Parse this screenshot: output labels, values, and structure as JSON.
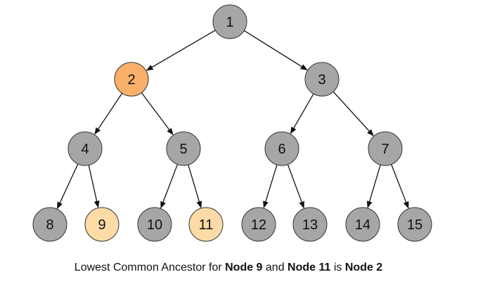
{
  "tree": {
    "nodes": [
      {
        "id": "1",
        "label": "1",
        "role": "default"
      },
      {
        "id": "2",
        "label": "2",
        "role": "lca"
      },
      {
        "id": "3",
        "label": "3",
        "role": "default"
      },
      {
        "id": "4",
        "label": "4",
        "role": "default"
      },
      {
        "id": "5",
        "label": "5",
        "role": "default"
      },
      {
        "id": "6",
        "label": "6",
        "role": "default"
      },
      {
        "id": "7",
        "label": "7",
        "role": "default"
      },
      {
        "id": "8",
        "label": "8",
        "role": "default"
      },
      {
        "id": "9",
        "label": "9",
        "role": "query"
      },
      {
        "id": "10",
        "label": "10",
        "role": "default"
      },
      {
        "id": "11",
        "label": "11",
        "role": "query"
      },
      {
        "id": "12",
        "label": "12",
        "role": "default"
      },
      {
        "id": "13",
        "label": "13",
        "role": "default"
      },
      {
        "id": "14",
        "label": "14",
        "role": "default"
      },
      {
        "id": "15",
        "label": "15",
        "role": "default"
      }
    ],
    "edges": [
      {
        "from": "1",
        "to": "2"
      },
      {
        "from": "1",
        "to": "3"
      },
      {
        "from": "2",
        "to": "4"
      },
      {
        "from": "2",
        "to": "5"
      },
      {
        "from": "3",
        "to": "6"
      },
      {
        "from": "3",
        "to": "7"
      },
      {
        "from": "4",
        "to": "8"
      },
      {
        "from": "4",
        "to": "9"
      },
      {
        "from": "5",
        "to": "10"
      },
      {
        "from": "5",
        "to": "11"
      },
      {
        "from": "6",
        "to": "12"
      },
      {
        "from": "6",
        "to": "13"
      },
      {
        "from": "7",
        "to": "14"
      },
      {
        "from": "7",
        "to": "15"
      }
    ]
  },
  "colors": {
    "default_fill": "#a6a6a6",
    "lca_fill": "#f9b16a",
    "query_fill": "#fddba7",
    "stroke": "#333333",
    "text": "#111111",
    "edge": "#111111"
  },
  "caption": {
    "prefix": "Lowest Common Ancestor for ",
    "node_a": "Node 9",
    "and_text": " and ",
    "node_b": "Node 11",
    "is_text": " is ",
    "result": "Node 2"
  }
}
